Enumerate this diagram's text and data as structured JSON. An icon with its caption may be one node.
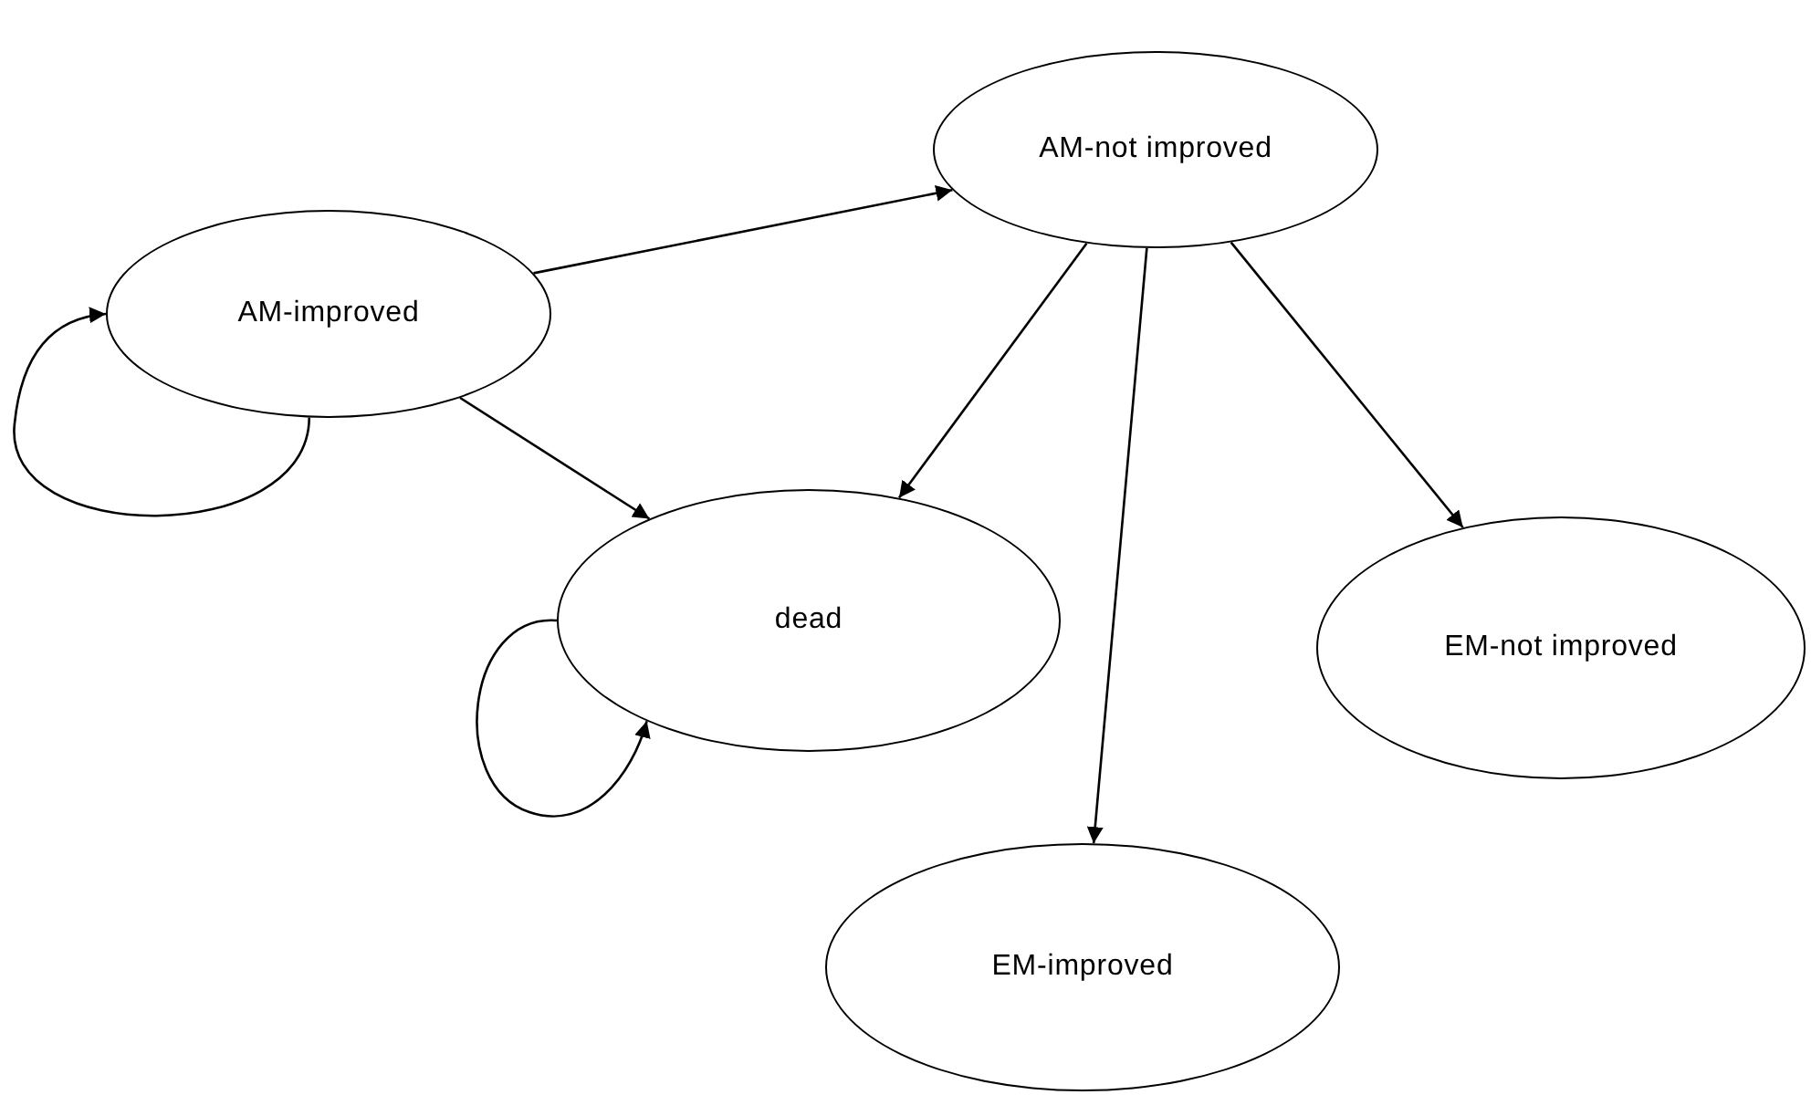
{
  "diagram": {
    "nodes": [
      {
        "text": [
          "AM-improved"
        ]
      },
      {
        "text": [
          "AM-not improved"
        ]
      },
      {
        "text": [
          "dead"
        ]
      },
      {
        "text": [
          "EM-not improved"
        ]
      },
      {
        "text": [
          "EM-improved"
        ]
      }
    ],
    "edges": [
      {
        "from": 0,
        "to": 0,
        "arrow": "to"
      },
      {
        "from": 0,
        "to": 1,
        "arrow": "to"
      },
      {
        "from": 0,
        "to": 2,
        "arrow": "to"
      },
      {
        "from": 1,
        "to": 2,
        "arrow": "to"
      },
      {
        "from": 1,
        "to": 4,
        "arrow": "to"
      },
      {
        "from": 1,
        "to": 3,
        "arrow": "to"
      },
      {
        "from": 2,
        "to": 2,
        "arrow": "to"
      }
    ]
  }
}
